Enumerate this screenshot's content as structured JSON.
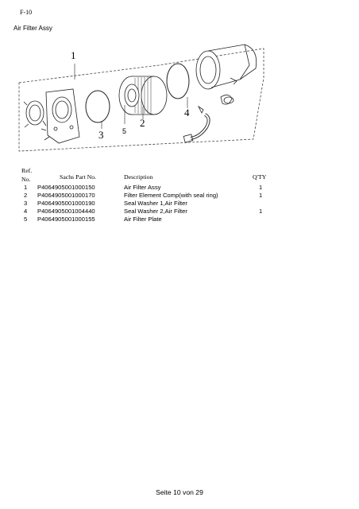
{
  "header": {
    "code": "F-10",
    "title": "Air Filter Assy"
  },
  "diagram": {
    "callouts": [
      "1",
      "5",
      "2",
      "3",
      "4"
    ]
  },
  "table": {
    "headers": {
      "ref_line1": "Ref.",
      "ref_line2": "No.",
      "part_no": "Sachs Part No.",
      "description": "Description",
      "qty": "Q'TY"
    },
    "rows": [
      {
        "ref": "1",
        "part_no": "P4064905001000150",
        "description": "Air Filter Assy",
        "qty": "1"
      },
      {
        "ref": "2",
        "part_no": "P4064905001000170",
        "description": "Filter Element Comp(with seal ring)",
        "qty": "1"
      },
      {
        "ref": "3",
        "part_no": "P4064905001000190",
        "description": "Seal Washer 1,Air Filter",
        "qty": ""
      },
      {
        "ref": "4",
        "part_no": "P4064905001004440",
        "description": "Seal Washer 2,Air Filter",
        "qty": "1"
      },
      {
        "ref": "5",
        "part_no": "P4064905001000155",
        "description": "Air Filter Plate",
        "qty": ""
      }
    ]
  },
  "footer": {
    "page_label": "Seite 10 von 29"
  }
}
